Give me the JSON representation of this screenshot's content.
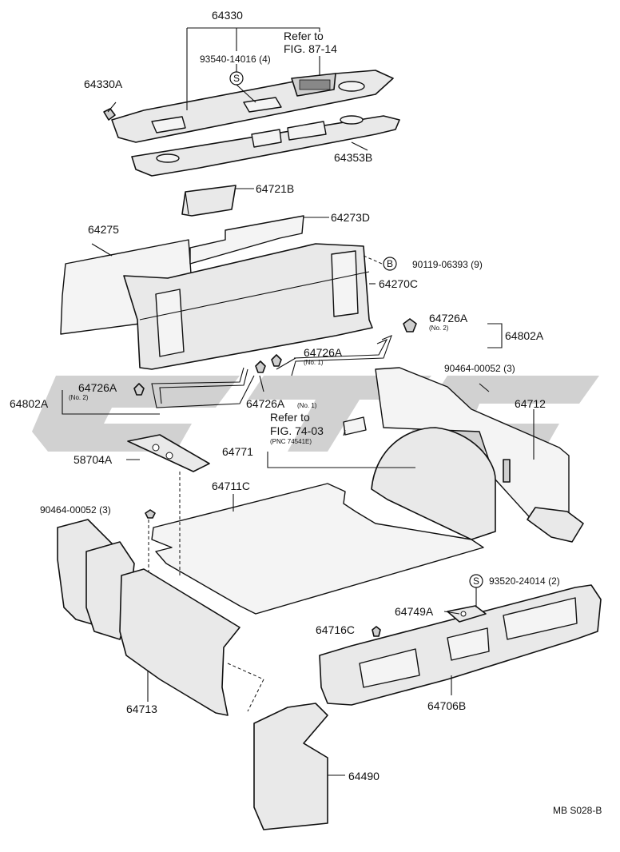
{
  "diagram": {
    "code": "MB S028-B",
    "labels": {
      "p64330": "64330",
      "refer1": "Refer to",
      "fig1": "FIG. 87-14",
      "p93540": "93540-14016 (4)",
      "p64330A": "64330A",
      "p64353B": "64353B",
      "p64721B": "64721B",
      "p64273D": "64273D",
      "p64275": "64275",
      "p90119": "90119-06393 (9)",
      "p64270C": "64270C",
      "p64726A_r": "64726A",
      "no2_r": "(No. 2)",
      "p64802A_r": "64802A",
      "p64726A_c": "64726A",
      "no1_c": "(No. 1)",
      "p90464_r": "90464-00052 (3)",
      "p64726A_l": "64726A",
      "no2_l": "(No. 2)",
      "p64802A_l": "64802A",
      "p64726A_m": "64726A",
      "no1_m": "(No. 1)",
      "p64712": "64712",
      "refer2": "Refer to",
      "fig2": "FIG. 74-03",
      "pnc": "(PNC 74541E)",
      "p64771": "64771",
      "p58704A": "58704A",
      "p64711C": "64711C",
      "p90464_l": "90464-00052 (3)",
      "p93520": "93520-24014 (2)",
      "p64749A": "64749A",
      "p64716C": "64716C",
      "p64713": "64713",
      "p64706B": "64706B",
      "p64490": "64490",
      "s1": "S",
      "s2": "S",
      "b1": "B"
    },
    "watermark": "GTC"
  }
}
